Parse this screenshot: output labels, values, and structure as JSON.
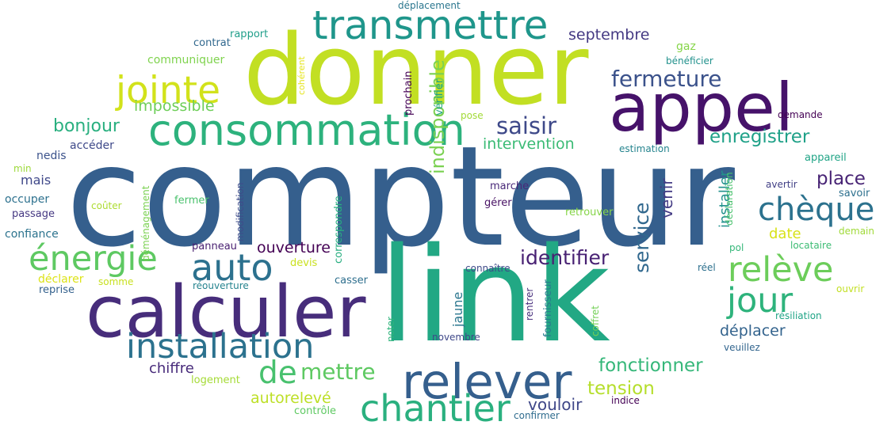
{
  "words": [
    {
      "text": "compteur",
      "color": "#355f8d"
    },
    {
      "text": "link",
      "color": "#22a884"
    },
    {
      "text": "donner",
      "color": "#c2df23"
    },
    {
      "text": "calculer",
      "color": "#472d7b"
    },
    {
      "text": "appel",
      "color": "#46126a"
    },
    {
      "text": "relever",
      "color": "#355f8d"
    },
    {
      "text": "consommation",
      "color": "#2db27d"
    },
    {
      "text": "transmettre",
      "color": "#1f968b"
    },
    {
      "text": "installation",
      "color": "#2c728e"
    },
    {
      "text": "chantier",
      "color": "#2ab07f"
    },
    {
      "text": "auto",
      "color": "#2c718e"
    },
    {
      "text": "jointe",
      "color": "#d2e21b"
    },
    {
      "text": "énergie",
      "color": "#5ec962"
    },
    {
      "text": "relève",
      "color": "#6ccd5a"
    },
    {
      "text": "jour",
      "color": "#2eb37c"
    },
    {
      "text": "chèque",
      "color": "#2c728e"
    },
    {
      "text": "de",
      "color": "#48c16e"
    },
    {
      "text": "mettre",
      "color": "#5ec962"
    },
    {
      "text": "fermeture",
      "color": "#3b528b"
    },
    {
      "text": "indisponible",
      "color": "#7ad151"
    },
    {
      "text": "saisir",
      "color": "#3e4989"
    },
    {
      "text": "identifier",
      "color": "#482173"
    },
    {
      "text": "service",
      "color": "#31688e"
    },
    {
      "text": "fonctionner",
      "color": "#35b779"
    },
    {
      "text": "tension",
      "color": "#b5de2b"
    },
    {
      "text": "enregistrer",
      "color": "#1fa188"
    },
    {
      "text": "septembre",
      "color": "#443983"
    },
    {
      "text": "bonjour",
      "color": "#29af7f"
    },
    {
      "text": "impossible",
      "color": "#6ece58"
    },
    {
      "text": "intervention",
      "color": "#3bbb75"
    },
    {
      "text": "place",
      "color": "#482475"
    },
    {
      "text": "venir",
      "color": "#443b84"
    },
    {
      "text": "installer",
      "color": "#21918c"
    },
    {
      "text": "ouverture",
      "color": "#440154"
    },
    {
      "text": "vouloir",
      "color": "#3f4788"
    },
    {
      "text": "autorelevé",
      "color": "#bddf26"
    },
    {
      "text": "chiffre",
      "color": "#472a7a"
    },
    {
      "text": "déplacer",
      "color": "#33638d"
    },
    {
      "text": "date",
      "color": "#d8e219"
    },
    {
      "text": "jaune",
      "color": "#2a768e"
    },
    {
      "text": "gaz",
      "color": "#86d549"
    },
    {
      "text": "rapport",
      "color": "#1f9e89"
    },
    {
      "text": "communiquer",
      "color": "#7fd34e"
    },
    {
      "text": "prochain",
      "color": "#440154"
    },
    {
      "text": "vérifier",
      "color": "#20a386"
    },
    {
      "text": "cohérent",
      "color": "#e5e419"
    },
    {
      "text": "contrat",
      "color": "#31688e"
    },
    {
      "text": "pose",
      "color": "#a2da37"
    },
    {
      "text": "accéder",
      "color": "#3e4989"
    },
    {
      "text": "nedis",
      "color": "#3b528b"
    },
    {
      "text": "mais",
      "color": "#3f4889"
    },
    {
      "text": "min",
      "color": "#9dd93b"
    },
    {
      "text": "occuper",
      "color": "#2d718e"
    },
    {
      "text": "passage",
      "color": "#453882"
    },
    {
      "text": "confiance",
      "color": "#2c738e"
    },
    {
      "text": "déclarer",
      "color": "#dde318"
    },
    {
      "text": "reprise",
      "color": "#34618d"
    },
    {
      "text": "somme",
      "color": "#c8e020"
    },
    {
      "text": "déménagement",
      "color": "#7ad151"
    },
    {
      "text": "correspondre",
      "color": "#28ae80"
    },
    {
      "text": "modification",
      "color": "#3e4c8a"
    },
    {
      "text": "coûter",
      "color": "#addc30"
    },
    {
      "text": "fermer",
      "color": "#4ac16d"
    },
    {
      "text": "panneau",
      "color": "#481f70"
    },
    {
      "text": "réouverture",
      "color": "#25838e"
    },
    {
      "text": "devis",
      "color": "#cae11f"
    },
    {
      "text": "casser",
      "color": "#2e6f8e"
    },
    {
      "text": "logement",
      "color": "#a5db36"
    },
    {
      "text": "contrôle",
      "color": "#5ec962"
    },
    {
      "text": "noter",
      "color": "#2fb47c"
    },
    {
      "text": "novembre",
      "color": "#3f4889"
    },
    {
      "text": "connaître",
      "color": "#3e4a89"
    },
    {
      "text": "rentrer",
      "color": "#472f7d"
    },
    {
      "text": "fournisseur",
      "color": "#287d8e"
    },
    {
      "text": "confirmer",
      "color": "#2f6c8e"
    },
    {
      "text": "coffret",
      "color": "#73d056"
    },
    {
      "text": "marche",
      "color": "#482878"
    },
    {
      "text": "gérer",
      "color": "#471164"
    },
    {
      "text": "retrouver",
      "color": "#86d549"
    },
    {
      "text": "indice",
      "color": "#440154"
    },
    {
      "text": "déplacement",
      "color": "#2a768e"
    },
    {
      "text": "bénéficier",
      "color": "#21918c"
    },
    {
      "text": "demande",
      "color": "#440154"
    },
    {
      "text": "estimation",
      "color": "#25848e"
    },
    {
      "text": "appareil",
      "color": "#20a486"
    },
    {
      "text": "déclaration",
      "color": "#4ac16d"
    },
    {
      "text": "avertir",
      "color": "#424086"
    },
    {
      "text": "savoir",
      "color": "#2d708e"
    },
    {
      "text": "locataire",
      "color": "#3dbc74"
    },
    {
      "text": "demain",
      "color": "#a0da39"
    },
    {
      "text": "pol",
      "color": "#35b779"
    },
    {
      "text": "réel",
      "color": "#2d708e"
    },
    {
      "text": "ouvrir",
      "color": "#c2df23"
    },
    {
      "text": "résiliation",
      "color": "#20a486"
    },
    {
      "text": "veuillez",
      "color": "#32658e"
    }
  ]
}
